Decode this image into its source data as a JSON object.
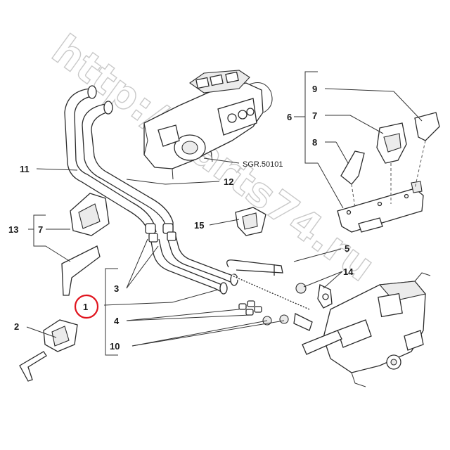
{
  "watermark": "http://parts74.ru",
  "reference": "SGR.50101",
  "callouts": {
    "c1": "1",
    "c2": "2",
    "c3": "3",
    "c4": "4",
    "c5": "5",
    "c6": "6",
    "c7a": "7",
    "c7b": "7",
    "c8": "8",
    "c9": "9",
    "c10": "10",
    "c11": "11",
    "c12": "12",
    "c13": "13",
    "c14": "14",
    "c15": "15"
  },
  "highlight": {
    "color": "#e0141e",
    "target": "1"
  }
}
